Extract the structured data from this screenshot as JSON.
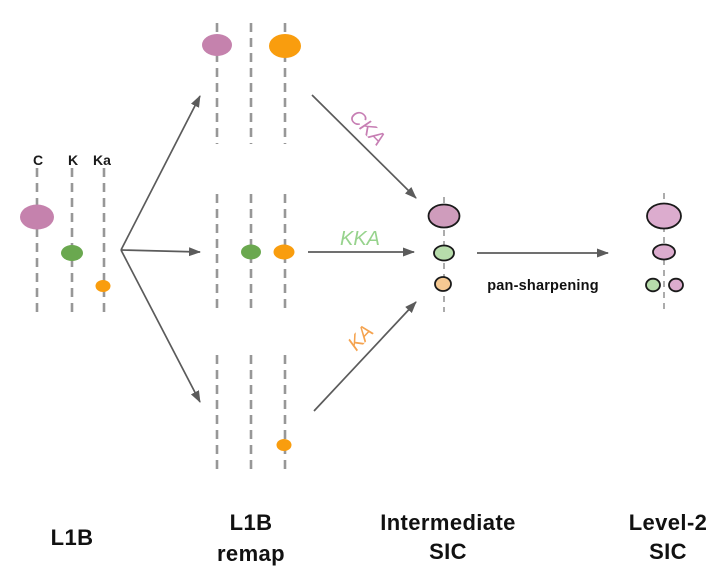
{
  "labels": {
    "pan_sharpening": "pan-sharpening"
  },
  "colors": {
    "pink": "#c582ad",
    "green": "#6aa84f",
    "orange": "#f99d0e",
    "intermediate_pink": "#cf9cbc",
    "level2_pink": "#dcacce",
    "light_green": "#b7dcab",
    "peach": "#f6c992",
    "arrow_gray": "#5b5b5b",
    "dash_gray": "#979797",
    "text_black": "#1a1a1a"
  },
  "stages": [
    {
      "name": "L1B",
      "caption": [
        "L1B"
      ],
      "tracks": [
        "C",
        "K",
        "Ka"
      ],
      "footprints": [
        {
          "track": "C",
          "color": "pink",
          "size": "large"
        },
        {
          "track": "K",
          "color": "green",
          "size": "medium"
        },
        {
          "track": "Ka",
          "color": "orange",
          "size": "small"
        }
      ]
    },
    {
      "name": "L1B remap",
      "caption": [
        "L1B",
        "remap"
      ],
      "groups": [
        {
          "footprints": [
            {
              "track": "C",
              "color": "pink",
              "size": "large"
            },
            {
              "track": "Ka",
              "color": "orange",
              "size": "large"
            }
          ]
        },
        {
          "footprints": [
            {
              "track": "K",
              "color": "green",
              "size": "medium"
            },
            {
              "track": "Ka",
              "color": "orange",
              "size": "medium"
            }
          ]
        },
        {
          "footprints": [
            {
              "track": "Ka",
              "color": "orange",
              "size": "small"
            }
          ]
        }
      ]
    },
    {
      "name": "Intermediate SIC",
      "caption": [
        "Intermediate",
        "SIC"
      ],
      "footprints": [
        {
          "color": "intermediate_pink",
          "size": "large",
          "outlined": true
        },
        {
          "color": "light_green",
          "size": "medium",
          "outlined": true
        },
        {
          "color": "peach",
          "size": "small",
          "outlined": true
        }
      ]
    },
    {
      "name": "Level-2 SIC",
      "caption": [
        "Level-2",
        "SIC"
      ],
      "footprints": [
        {
          "color": "level2_pink",
          "size": "large",
          "outlined": true
        },
        {
          "color": "level2_pink",
          "size": "medium",
          "outlined": true
        },
        {
          "color": "light_green",
          "size": "small",
          "outlined": true
        },
        {
          "color": "level2_pink",
          "size": "small",
          "outlined": true
        }
      ]
    }
  ],
  "arrows": [
    {
      "id": "cka",
      "label": "CKA",
      "color": "#c77fb4"
    },
    {
      "id": "kka",
      "label": "KKA",
      "color": "#97d38d"
    },
    {
      "id": "ka",
      "label": "KA",
      "color": "#f5a34f"
    },
    {
      "id": "pan",
      "label": "pan-sharpening",
      "color": "#111111"
    }
  ]
}
